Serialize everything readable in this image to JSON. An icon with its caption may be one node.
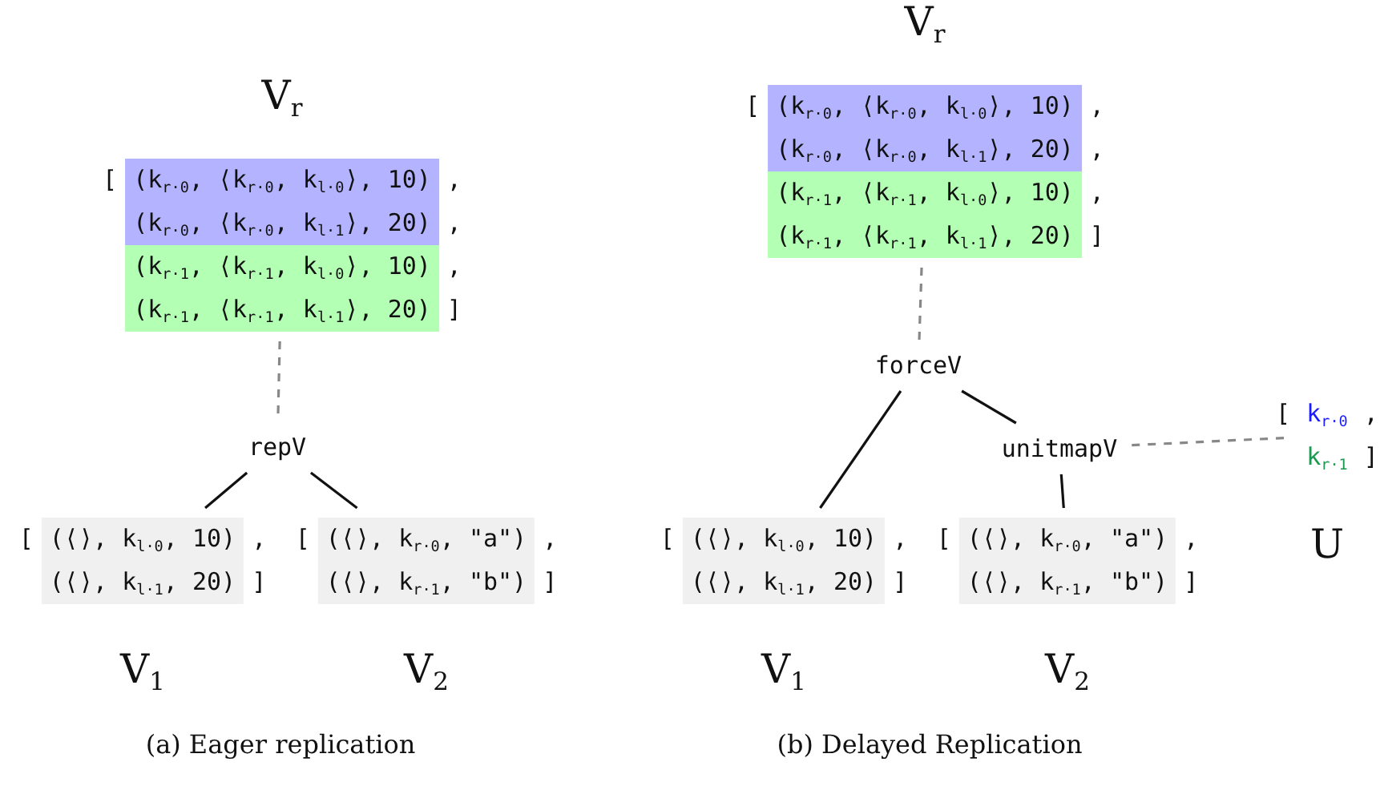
{
  "diagram": {
    "nodes": [
      {
        "text": [
          "(k$_{r·0}$, ⟨k$_{r·0}$, k$_{l·0}$⟩, 10)",
          "(k$_{r·0}$, ⟨k$_{r·0}$, k$_{l·1}$⟩, 20)",
          "(k$_{r·1}$, ⟨k$_{r·1}$, k$_{l·0}$⟩, 10)",
          "(k$_{r·1}$, ⟨k$_{r·1}$, k$_{l·1}$⟩, 20)"
        ],
        "beside": [
          "V$_{r}$",
          "[",
          ",",
          ",",
          ",",
          "]"
        ]
      },
      {
        "text": [
          "repV"
        ]
      },
      {
        "text": [
          "(⟨⟩, k$_{l·0}$, 10)",
          "(⟨⟩, k$_{l·1}$, 20)"
        ],
        "beside": [
          "[",
          ",",
          "]",
          "V$_{1}$"
        ]
      },
      {
        "text": [
          "(⟨⟩, k$_{r·0}$, \"a\")",
          "(⟨⟩, k$_{r·1}$, \"b\")"
        ],
        "beside": [
          "[",
          ",",
          "]",
          "V$_{2}$"
        ]
      },
      {
        "text": [
          "(k$_{r·0}$, ⟨k$_{r·0}$, k$_{l·0}$⟩, 10)",
          "(k$_{r·0}$, ⟨k$_{r·0}$, k$_{l·1}$⟩, 20)",
          "(k$_{r·1}$, ⟨k$_{r·1}$, k$_{l·0}$⟩, 10)",
          "(k$_{r·1}$, ⟨k$_{r·1}$, k$_{l·1}$⟩, 20)"
        ],
        "beside": [
          "V$_{r}$",
          "[",
          ",",
          ",",
          ",",
          "]"
        ]
      },
      {
        "text": [
          "forceV"
        ]
      },
      {
        "text": [
          "unitmapV"
        ]
      },
      {
        "text": [
          "k$_{r·0}$",
          "k$_{r·1}$"
        ],
        "beside": [
          "[",
          ",",
          "]",
          "U"
        ]
      },
      {
        "text": [
          "(⟨⟩, k$_{l·0}$, 10)",
          "(⟨⟩, k$_{l·1}$, 20)"
        ],
        "beside": [
          "[",
          ",",
          "]",
          "V$_{1}$"
        ]
      },
      {
        "text": [
          "(⟨⟩, k$_{r·0}$, \"a\")",
          "(⟨⟩, k$_{r·1}$, \"b\")"
        ],
        "beside": [
          "[",
          ",",
          "]",
          "V$_{2}$"
        ]
      }
    ],
    "edges": [
      {
        "from": 0,
        "to": 1,
        "arrow": "none",
        "style": "dashed",
        "color": "#888888"
      },
      {
        "from": 1,
        "to": 2,
        "arrow": "none"
      },
      {
        "from": 1,
        "to": 3,
        "arrow": "none"
      },
      {
        "from": 4,
        "to": 5,
        "arrow": "none",
        "style": "dashed",
        "color": "#888888"
      },
      {
        "from": 5,
        "to": 8,
        "arrow": "none"
      },
      {
        "from": 5,
        "to": 6,
        "arrow": "none"
      },
      {
        "from": 6,
        "to": 9,
        "arrow": "none"
      },
      {
        "from": 6,
        "to": 7,
        "arrow": "none",
        "style": "dashed",
        "color": "#888888"
      }
    ],
    "labels": [
      "(a) Eager replication",
      "(b) Delayed Replication"
    ]
  }
}
